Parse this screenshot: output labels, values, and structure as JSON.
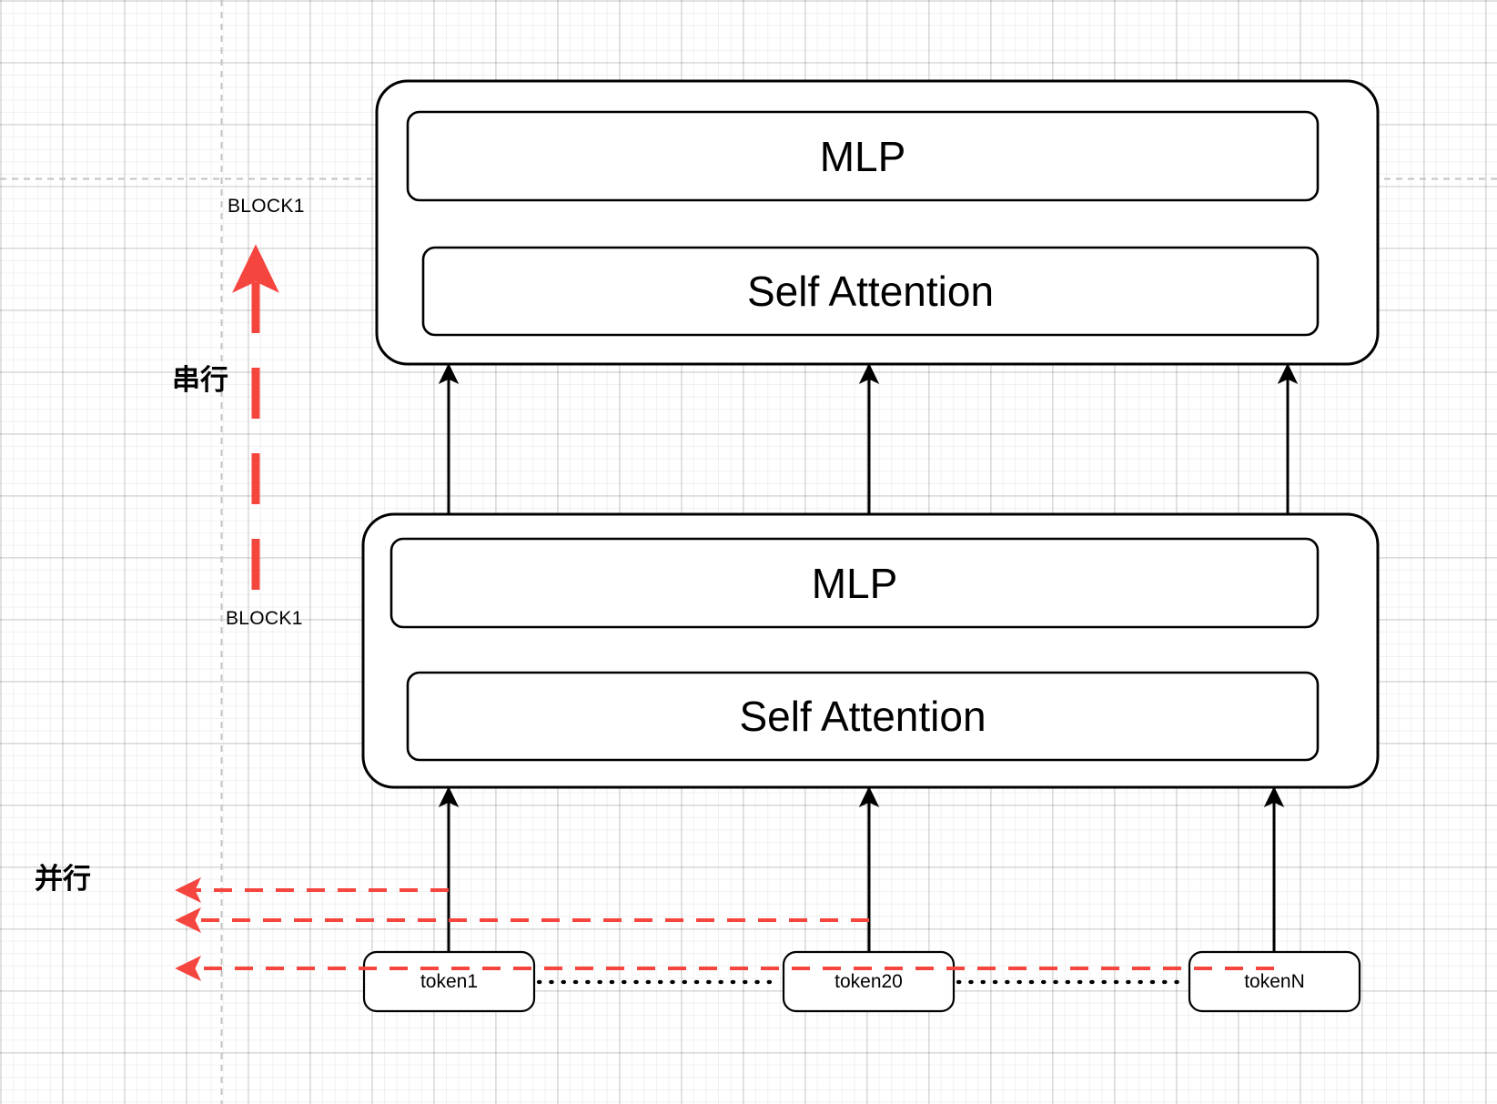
{
  "diagram": {
    "title_semantics": "transformer-blocks-serial-parallel-diagram",
    "colors": {
      "stroke": "#000000",
      "accent_red": "#F5453F",
      "grid_minor": "#ededed",
      "grid_major": "#d0d0d0",
      "page_guide": "#c8c8c8",
      "box_fill": "#ffffff"
    },
    "annotations": {
      "block_top_label": "BLOCK1",
      "block_bottom_label": "BLOCK1",
      "serial_label": "串行",
      "parallel_label": "并行"
    },
    "blocks": [
      {
        "id": "block-top",
        "name": "BLOCK1",
        "layers": [
          {
            "id": "mlp-top",
            "label": "MLP"
          },
          {
            "id": "self-attention-top",
            "label": "Self Attention"
          }
        ]
      },
      {
        "id": "block-bottom",
        "name": "BLOCK1",
        "layers": [
          {
            "id": "mlp-bottom",
            "label": "MLP"
          },
          {
            "id": "self-attention-bottom",
            "label": "Self Attention"
          }
        ]
      }
    ],
    "tokens": [
      {
        "id": "token-1",
        "label": "token1"
      },
      {
        "id": "token-20",
        "label": "token20"
      },
      {
        "id": "token-n",
        "label": "tokenN"
      }
    ],
    "token_connectors": [
      {
        "id": "dots-1",
        "style": "dotted"
      },
      {
        "id": "dots-2",
        "style": "dotted"
      }
    ],
    "flow_arrows": {
      "vertical_solid_count": 6,
      "serial_dashed_arrow": "upward-red-dashed",
      "parallel_dashed_arrows": 3,
      "direction_serial": "up",
      "direction_parallel": "left"
    }
  }
}
